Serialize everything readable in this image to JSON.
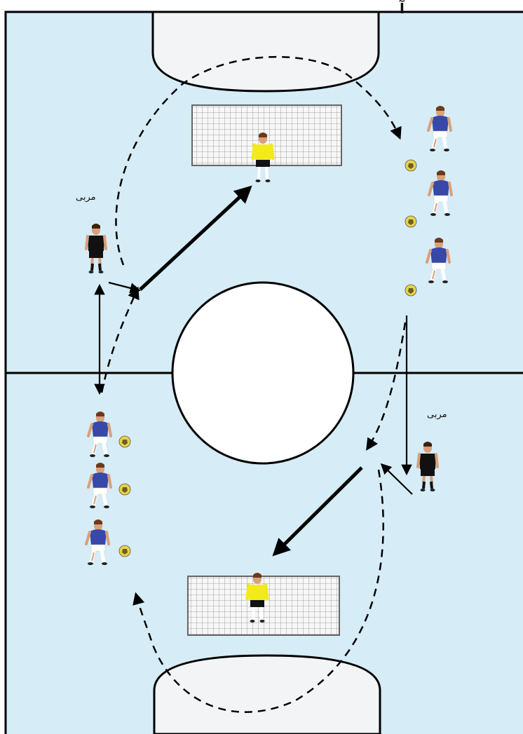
{
  "labels": {
    "coach_top": "مربی",
    "coach_bottom": "مربی",
    "corner_mark": "آ"
  },
  "colors": {
    "field": "#d6ecf6",
    "line": "#000000",
    "penalty_area": "#f2f4f6",
    "attacker_shirt": "#3848a8",
    "goalkeeper_shirt": "#f2ea1a",
    "coach_kit": "#111111",
    "ball": "#e8d24a"
  },
  "players": {
    "attackers_top": [
      "attacker",
      "attacker",
      "attacker"
    ],
    "attackers_bottom": [
      "attacker",
      "attacker",
      "attacker"
    ],
    "goalkeepers": [
      "goalkeeper",
      "goalkeeper"
    ],
    "coaches": [
      "coach",
      "coach"
    ]
  }
}
